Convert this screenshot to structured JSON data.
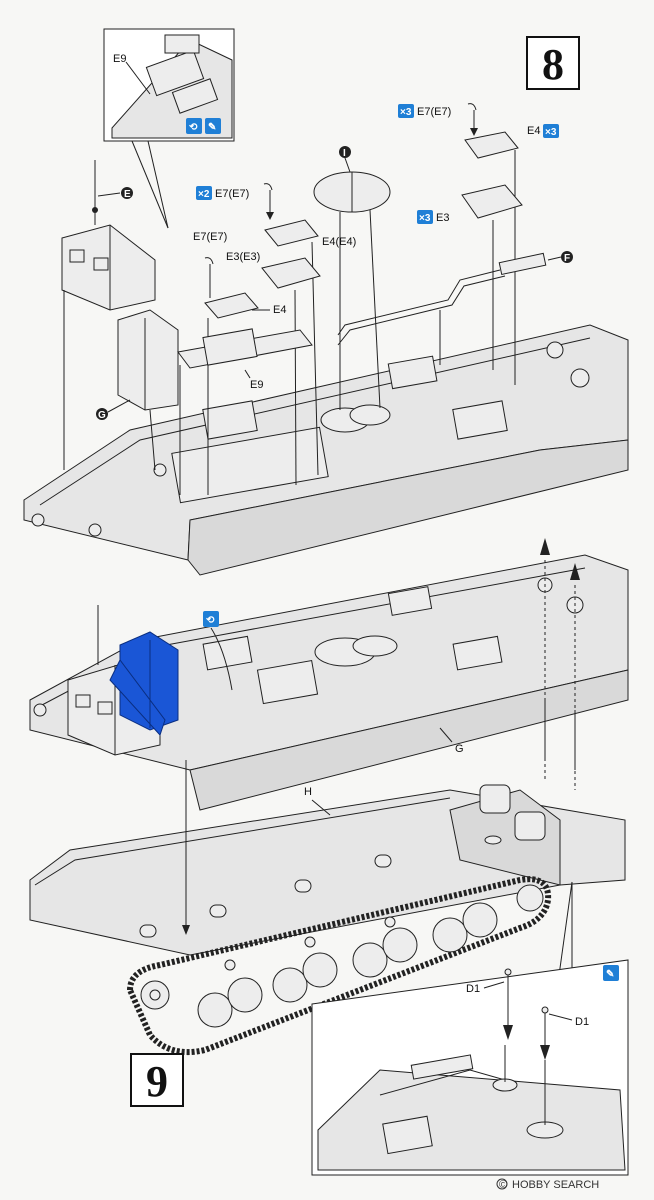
{
  "steps": {
    "step8": "8",
    "step9": "9"
  },
  "parts": {
    "e9_inset": "E9",
    "e": "E",
    "i": "I",
    "e7_top": "E7(E7)",
    "e4_top": "E4",
    "e7_mid": "E7(E7)",
    "e3": "E3",
    "f": "F",
    "e7_left": "E7(E7)",
    "e3_e3": "E3(E3)",
    "e4_e4": "E4(E4)",
    "e4_low": "E4",
    "e9_low": "E9",
    "g_top": "G",
    "g_mid": "G",
    "h": "H",
    "d1_left": "D1",
    "d1_right": "D1"
  },
  "multipliers": {
    "x3_a": "×3",
    "x3_b": "×3",
    "x3_c": "×3",
    "x2": "×2"
  },
  "watermark": {
    "text": "HOBBY SEARCH",
    "copyright": "©"
  },
  "colors": {
    "badge": "#1f7fd6",
    "highlight": "#1a56d6"
  }
}
